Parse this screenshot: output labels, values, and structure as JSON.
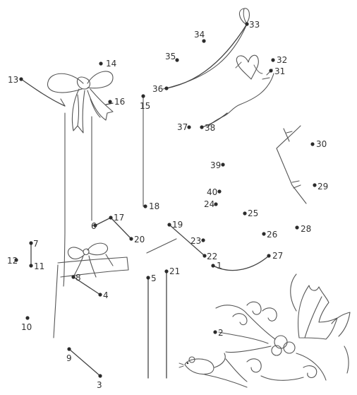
{
  "puzzle": {
    "type": "connect-the-dots",
    "ink_color": "#2b2b2b",
    "background": "#ffffff",
    "points": [
      {
        "n": "1"
      },
      {
        "n": "2"
      },
      {
        "n": "3"
      },
      {
        "n": "4"
      },
      {
        "n": "5"
      },
      {
        "n": "6"
      },
      {
        "n": "7"
      },
      {
        "n": "8"
      },
      {
        "n": "9"
      },
      {
        "n": "10"
      },
      {
        "n": "11"
      },
      {
        "n": "12"
      },
      {
        "n": "13"
      },
      {
        "n": "14"
      },
      {
        "n": "15"
      },
      {
        "n": "16"
      },
      {
        "n": "17"
      },
      {
        "n": "18"
      },
      {
        "n": "19"
      },
      {
        "n": "20"
      },
      {
        "n": "21"
      },
      {
        "n": "22"
      },
      {
        "n": "23"
      },
      {
        "n": "24"
      },
      {
        "n": "25"
      },
      {
        "n": "26"
      },
      {
        "n": "27"
      },
      {
        "n": "28"
      },
      {
        "n": "29"
      },
      {
        "n": "30"
      },
      {
        "n": "31"
      },
      {
        "n": "32"
      },
      {
        "n": "33"
      },
      {
        "n": "34"
      },
      {
        "n": "35"
      },
      {
        "n": "36"
      },
      {
        "n": "37"
      },
      {
        "n": "38"
      },
      {
        "n": "39"
      },
      {
        "n": "40"
      }
    ],
    "decorations": [
      "gift-box",
      "bow",
      "stocking-outline",
      "heart",
      "holly-leaves",
      "holly-berries",
      "mouse",
      "swirls"
    ]
  }
}
